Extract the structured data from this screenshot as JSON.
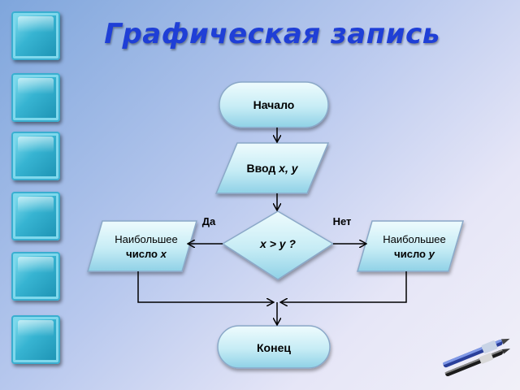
{
  "title": "Графическая запись",
  "blocks": {
    "start": "Начало",
    "input_word": "Ввод",
    "input_vars": "x, y",
    "condition": "x > y ?",
    "yes_label": "Да",
    "no_label": "Нет",
    "left_line1": "Наибольшее",
    "left_word": "число",
    "left_var": "x",
    "right_line1": "Наибольшее",
    "right_word": "число",
    "right_var": "y",
    "end": "Конец"
  },
  "side_buttons": 6,
  "colors": {
    "title": "#1f3fd6",
    "shape_fill_light": "#e4f7fb",
    "shape_fill_dark": "#9bd8ea",
    "button": "#2aa8cc"
  },
  "icons": [
    "pens-icon"
  ]
}
